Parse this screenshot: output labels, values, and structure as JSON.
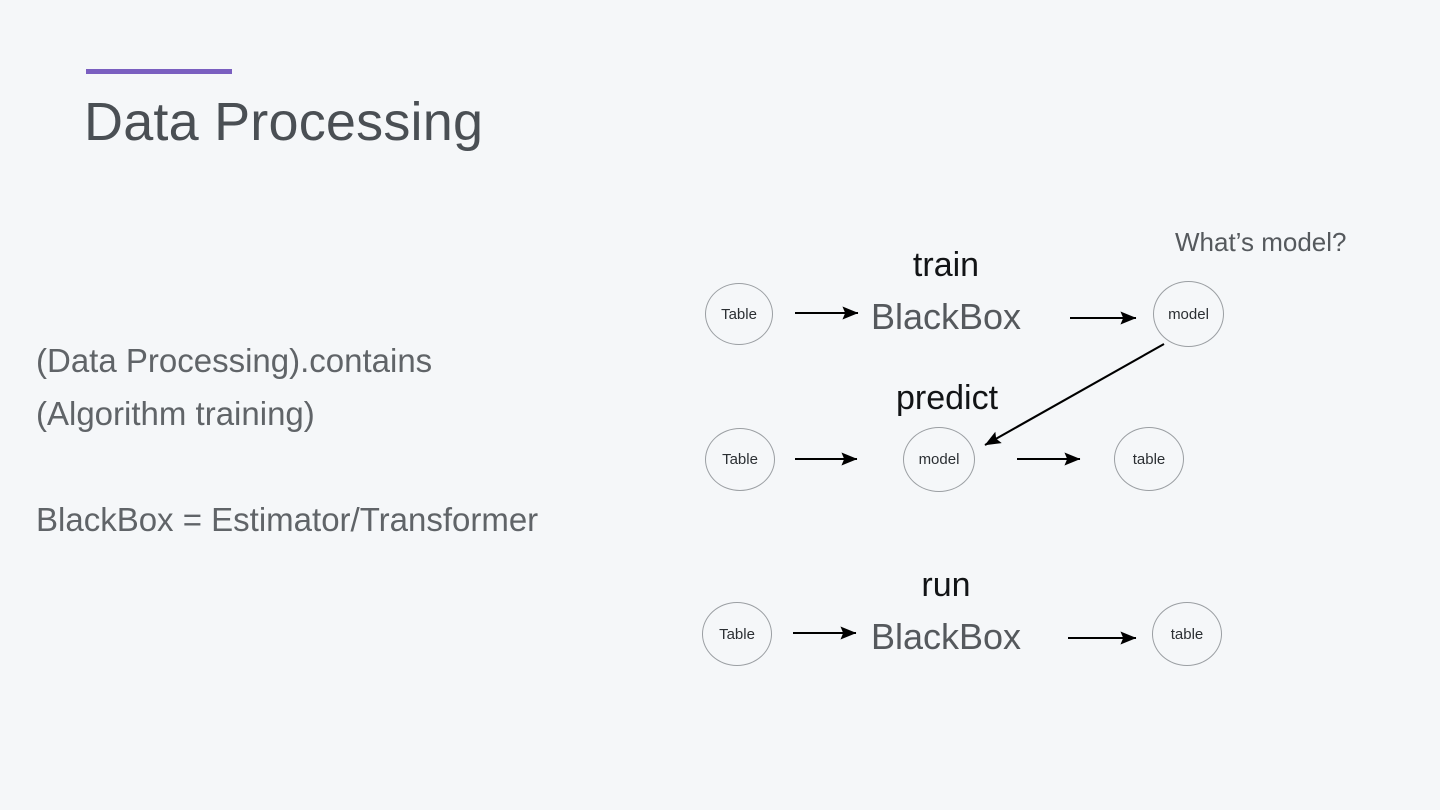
{
  "slide": {
    "title": "Data Processing",
    "accent_color": "#7a5fc0",
    "background_color": "#f5f7f9"
  },
  "body": {
    "line1": "(Data Processing).contains",
    "line2": "(Algorithm training)",
    "line3": "BlackBox = Estimator/Transformer"
  },
  "diagram": {
    "annotation": "What’s model?",
    "rows": [
      {
        "operation": "train",
        "processor": "BlackBox",
        "source": "Table",
        "target": "model"
      },
      {
        "operation": "predict",
        "processor": "",
        "source": "Table",
        "middle": "model",
        "target": "table"
      },
      {
        "operation": "run",
        "processor": "BlackBox",
        "source": "Table",
        "target": "table"
      }
    ]
  }
}
